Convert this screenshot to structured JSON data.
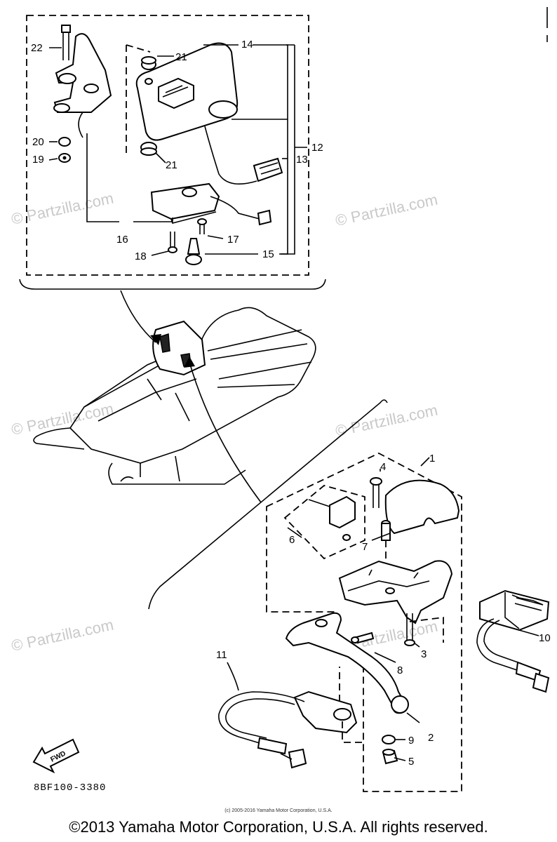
{
  "diagram": {
    "callouts": {
      "c1": "1",
      "c2": "2",
      "c3": "3",
      "c4": "4",
      "c5": "5",
      "c6": "6",
      "c7": "7",
      "c8": "8",
      "c9": "9",
      "c10": "10",
      "c11": "11",
      "c12": "12",
      "c13": "13",
      "c14": "14",
      "c15": "15",
      "c16": "16",
      "c17": "17",
      "c18": "18",
      "c19": "19",
      "c20": "20",
      "c21a": "21",
      "c21b": "21",
      "c22": "22"
    },
    "fwd_label": "FWD",
    "diagram_code": "8BF100-3380"
  },
  "watermark": "© Partzilla.com",
  "footer": {
    "small_copyright": "(c) 2005-2016 Yamaha Motor Corporation, U.S.A.",
    "copyright": "©2013 Yamaha Motor Corporation, U.S.A. All rights reserved."
  }
}
